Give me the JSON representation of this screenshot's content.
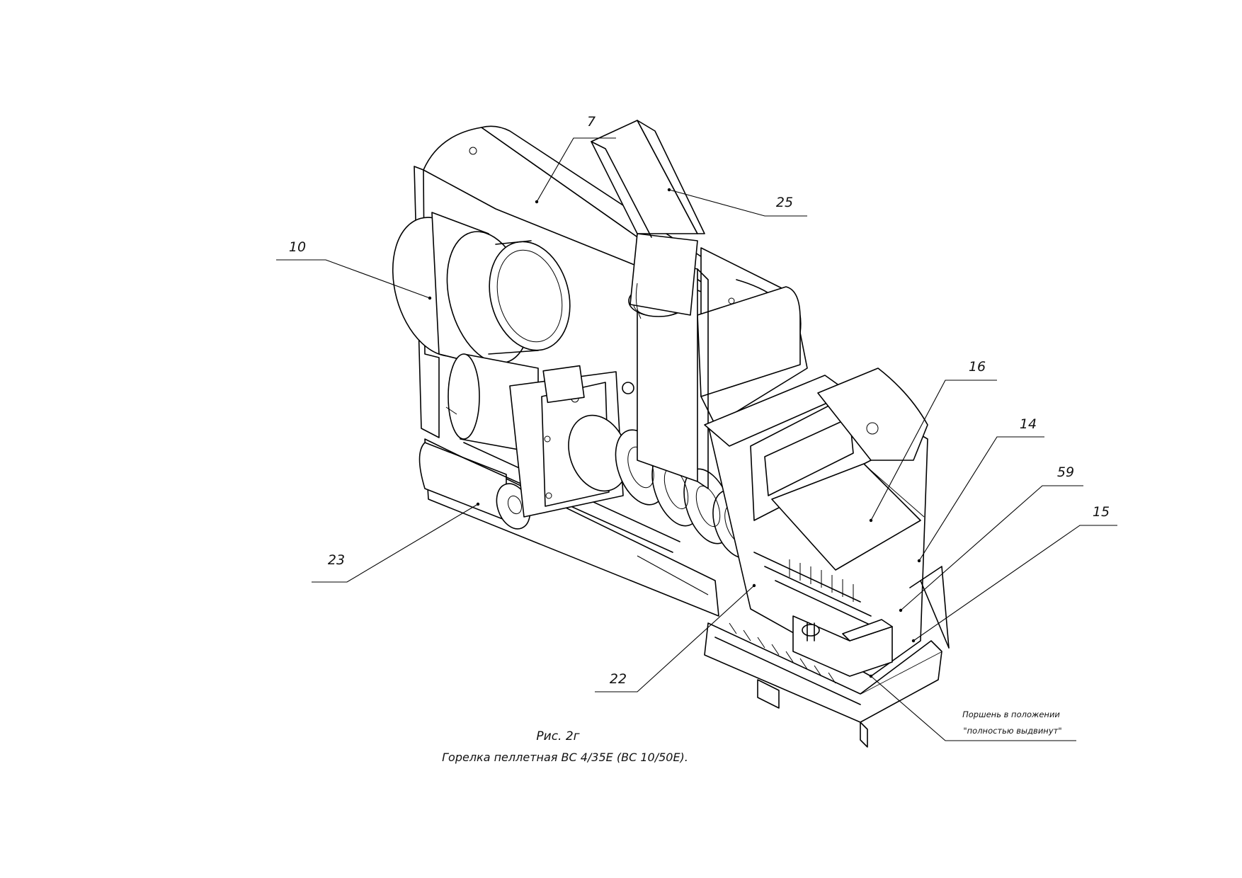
{
  "callouts": {
    "c7": "7",
    "c25": "25",
    "c10": "10",
    "c16": "16",
    "c14": "14",
    "c59": "59",
    "c15": "15",
    "c23": "23",
    "c22": "22"
  },
  "note": {
    "line1": "Поршень в положении",
    "line2": "\"полностью выдвинут\""
  },
  "caption": {
    "line1": "Рис. 2г",
    "line2": "Горелка пеллетная ВС 4/35Е (ВС 10/50Е)."
  }
}
